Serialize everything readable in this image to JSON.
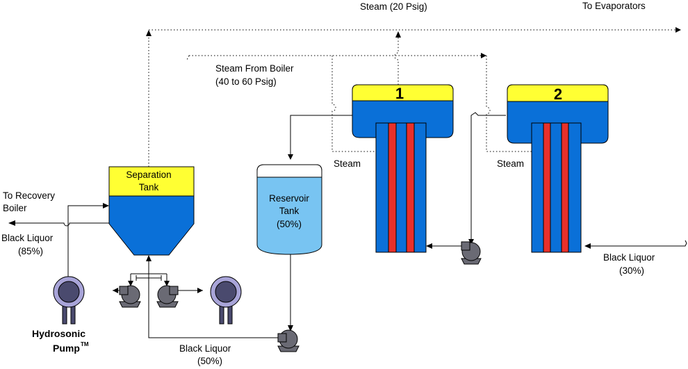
{
  "labels": {
    "steam_20": "Steam (20 Psig)",
    "to_evaporators": "To Evaporators",
    "steam_from_boiler_1": "Steam From Boiler",
    "steam_from_boiler_2": "(40 to 60 Psig)",
    "evaporator_1": "1",
    "evaporator_2": "2",
    "steam_1": "Steam",
    "steam_2": "Steam",
    "separation_tank_1": "Separation",
    "separation_tank_2": "Tank",
    "reservoir_tank_1": "Reservoir",
    "reservoir_tank_2": "Tank",
    "reservoir_tank_3": "(50%)",
    "to_recovery_1": "To Recovery",
    "to_recovery_2": "Boiler",
    "black_liquor_85_1": "Black Liquor",
    "black_liquor_85_2": "(85%)",
    "black_liquor_30_1": "Black Liquor",
    "black_liquor_30_2": "(30%)",
    "black_liquor_50_1": "Black Liquor",
    "black_liquor_50_2": "(50%)",
    "hydrosonic": "Hydrosonic",
    "pump": "Pump",
    "trademark": "TM"
  },
  "colors": {
    "tank_blue": "#0a70d8",
    "tube_red": "#e8302a",
    "yellow_top": "#ffff33",
    "reservoir_fill": "#78c4f2",
    "pump_gray": "#6a6a74",
    "hydro_purple": "#a8a4d8",
    "hydro_core": "#4a4a6e"
  }
}
